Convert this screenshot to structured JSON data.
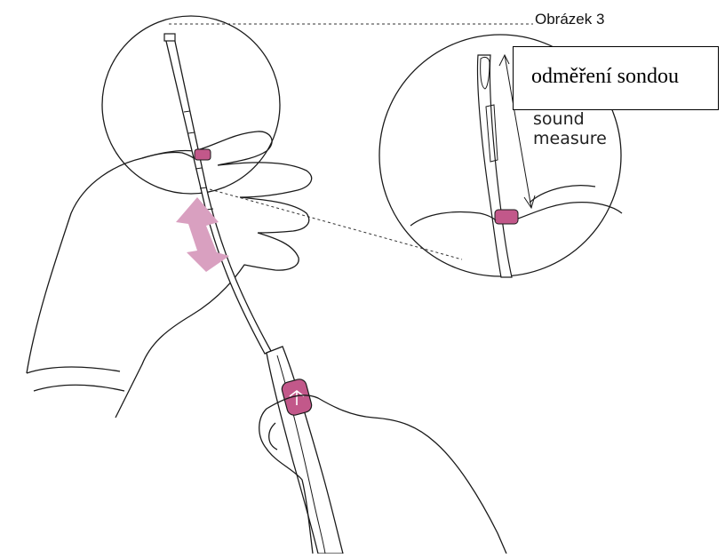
{
  "caption": "Obrázek 3",
  "overlay_label": "odměření sondou",
  "inset_labels": [
    "sound",
    "measure"
  ],
  "colors": {
    "line": "#1a1a1a",
    "accent": "#c2588a",
    "arrow": "#d9a0c0",
    "background": "#ffffff"
  }
}
